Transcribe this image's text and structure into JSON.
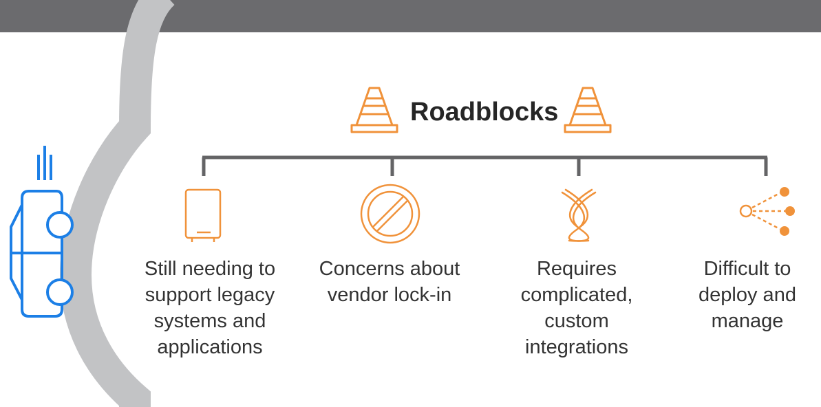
{
  "title": "Roadblocks",
  "colors": {
    "header_bar": "#6b6b6e",
    "road": "#c2c3c5",
    "connector": "#646466",
    "icon_orange": "#f0923a",
    "car_blue": "#1c7fe6",
    "text": "#333333"
  },
  "icons": {
    "title_left": "traffic-cone-icon",
    "title_right": "traffic-cone-icon",
    "car": "car-top-view-icon"
  },
  "items": [
    {
      "icon": "legacy-device-icon",
      "lines": [
        "Still needing to",
        "support legacy",
        "systems and",
        "applications"
      ]
    },
    {
      "icon": "prohibited-icon",
      "lines": [
        "Concerns about",
        "vendor lock-in"
      ]
    },
    {
      "icon": "tangled-knot-icon",
      "lines": [
        "Requires",
        "complicated,",
        "custom",
        "integrations"
      ]
    },
    {
      "icon": "distribution-nodes-icon",
      "lines": [
        "Difficult to",
        "deploy and",
        "manage"
      ]
    }
  ]
}
